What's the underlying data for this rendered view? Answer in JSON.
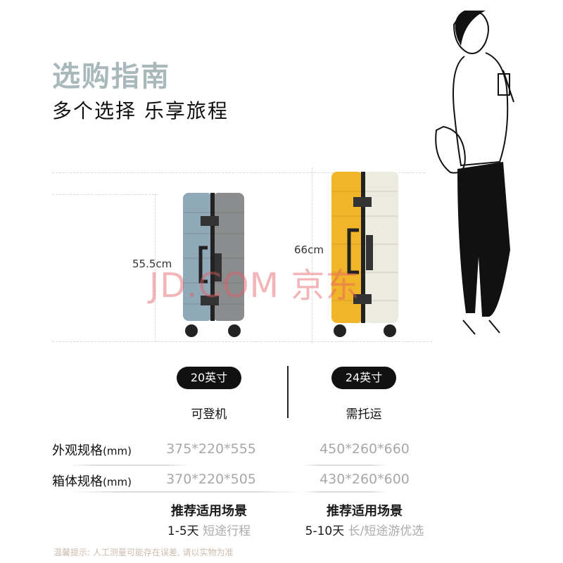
{
  "header": {
    "title": "选购指南",
    "subtitle": "多个选择 乐享旅程"
  },
  "watermark": "JD.COM 京东",
  "suitcases": [
    {
      "height_label": "55.5cm",
      "size": "20英寸",
      "usage": "可登机",
      "exterior": "375*220*555",
      "body": "370*220*505",
      "scenario_title": "推荐适用场景",
      "days": "1-5天",
      "scenario": "短途行程",
      "colors": [
        "#8fa9b8",
        "#8a8c8d"
      ]
    },
    {
      "height_label": "66cm",
      "size": "24英寸",
      "usage": "需托运",
      "exterior": "450*260*660",
      "body": "430*260*600",
      "scenario_title": "推荐适用场景",
      "days": "5-10天",
      "scenario": "长/短途游优选",
      "colors": [
        "#f1b52a",
        "#ecebe0"
      ]
    }
  ],
  "specs": {
    "exterior_label": "外观规格",
    "body_label": "箱体规格",
    "unit": "(mm)"
  },
  "tip": "温馨提示: 人工测量可能存在误差, 请以实物为准"
}
